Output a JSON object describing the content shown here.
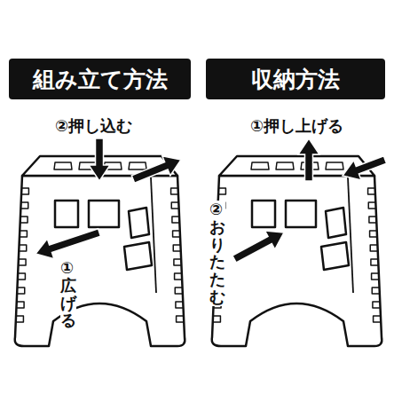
{
  "diagram": {
    "nodes": [
      {
        "text": [
          "組み立て方法"
        ]
      },
      {
        "text": [
          "収納方法"
        ]
      }
    ],
    "labels": [
      "②押し込む",
      "①広げる",
      "①押し上げる",
      "②おりたたむ"
    ]
  }
}
